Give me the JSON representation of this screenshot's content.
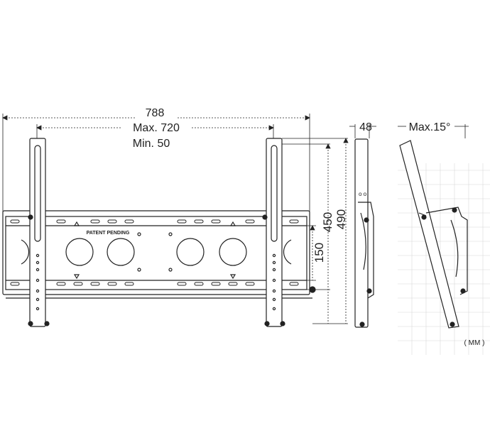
{
  "dimensions": {
    "overall_width": "788",
    "max_spacing": "Max. 720",
    "min_spacing": "Min. 50",
    "depth": "48",
    "height_inner": "450",
    "height_outer": "490",
    "hole_offset": "150",
    "tilt_angle": "Max.15°"
  },
  "plate_label": "PATENT PENDING",
  "unit_label": "( MM )",
  "colors": {
    "line": "#222222",
    "grid": "#d8d8d8",
    "background": "#ffffff"
  }
}
